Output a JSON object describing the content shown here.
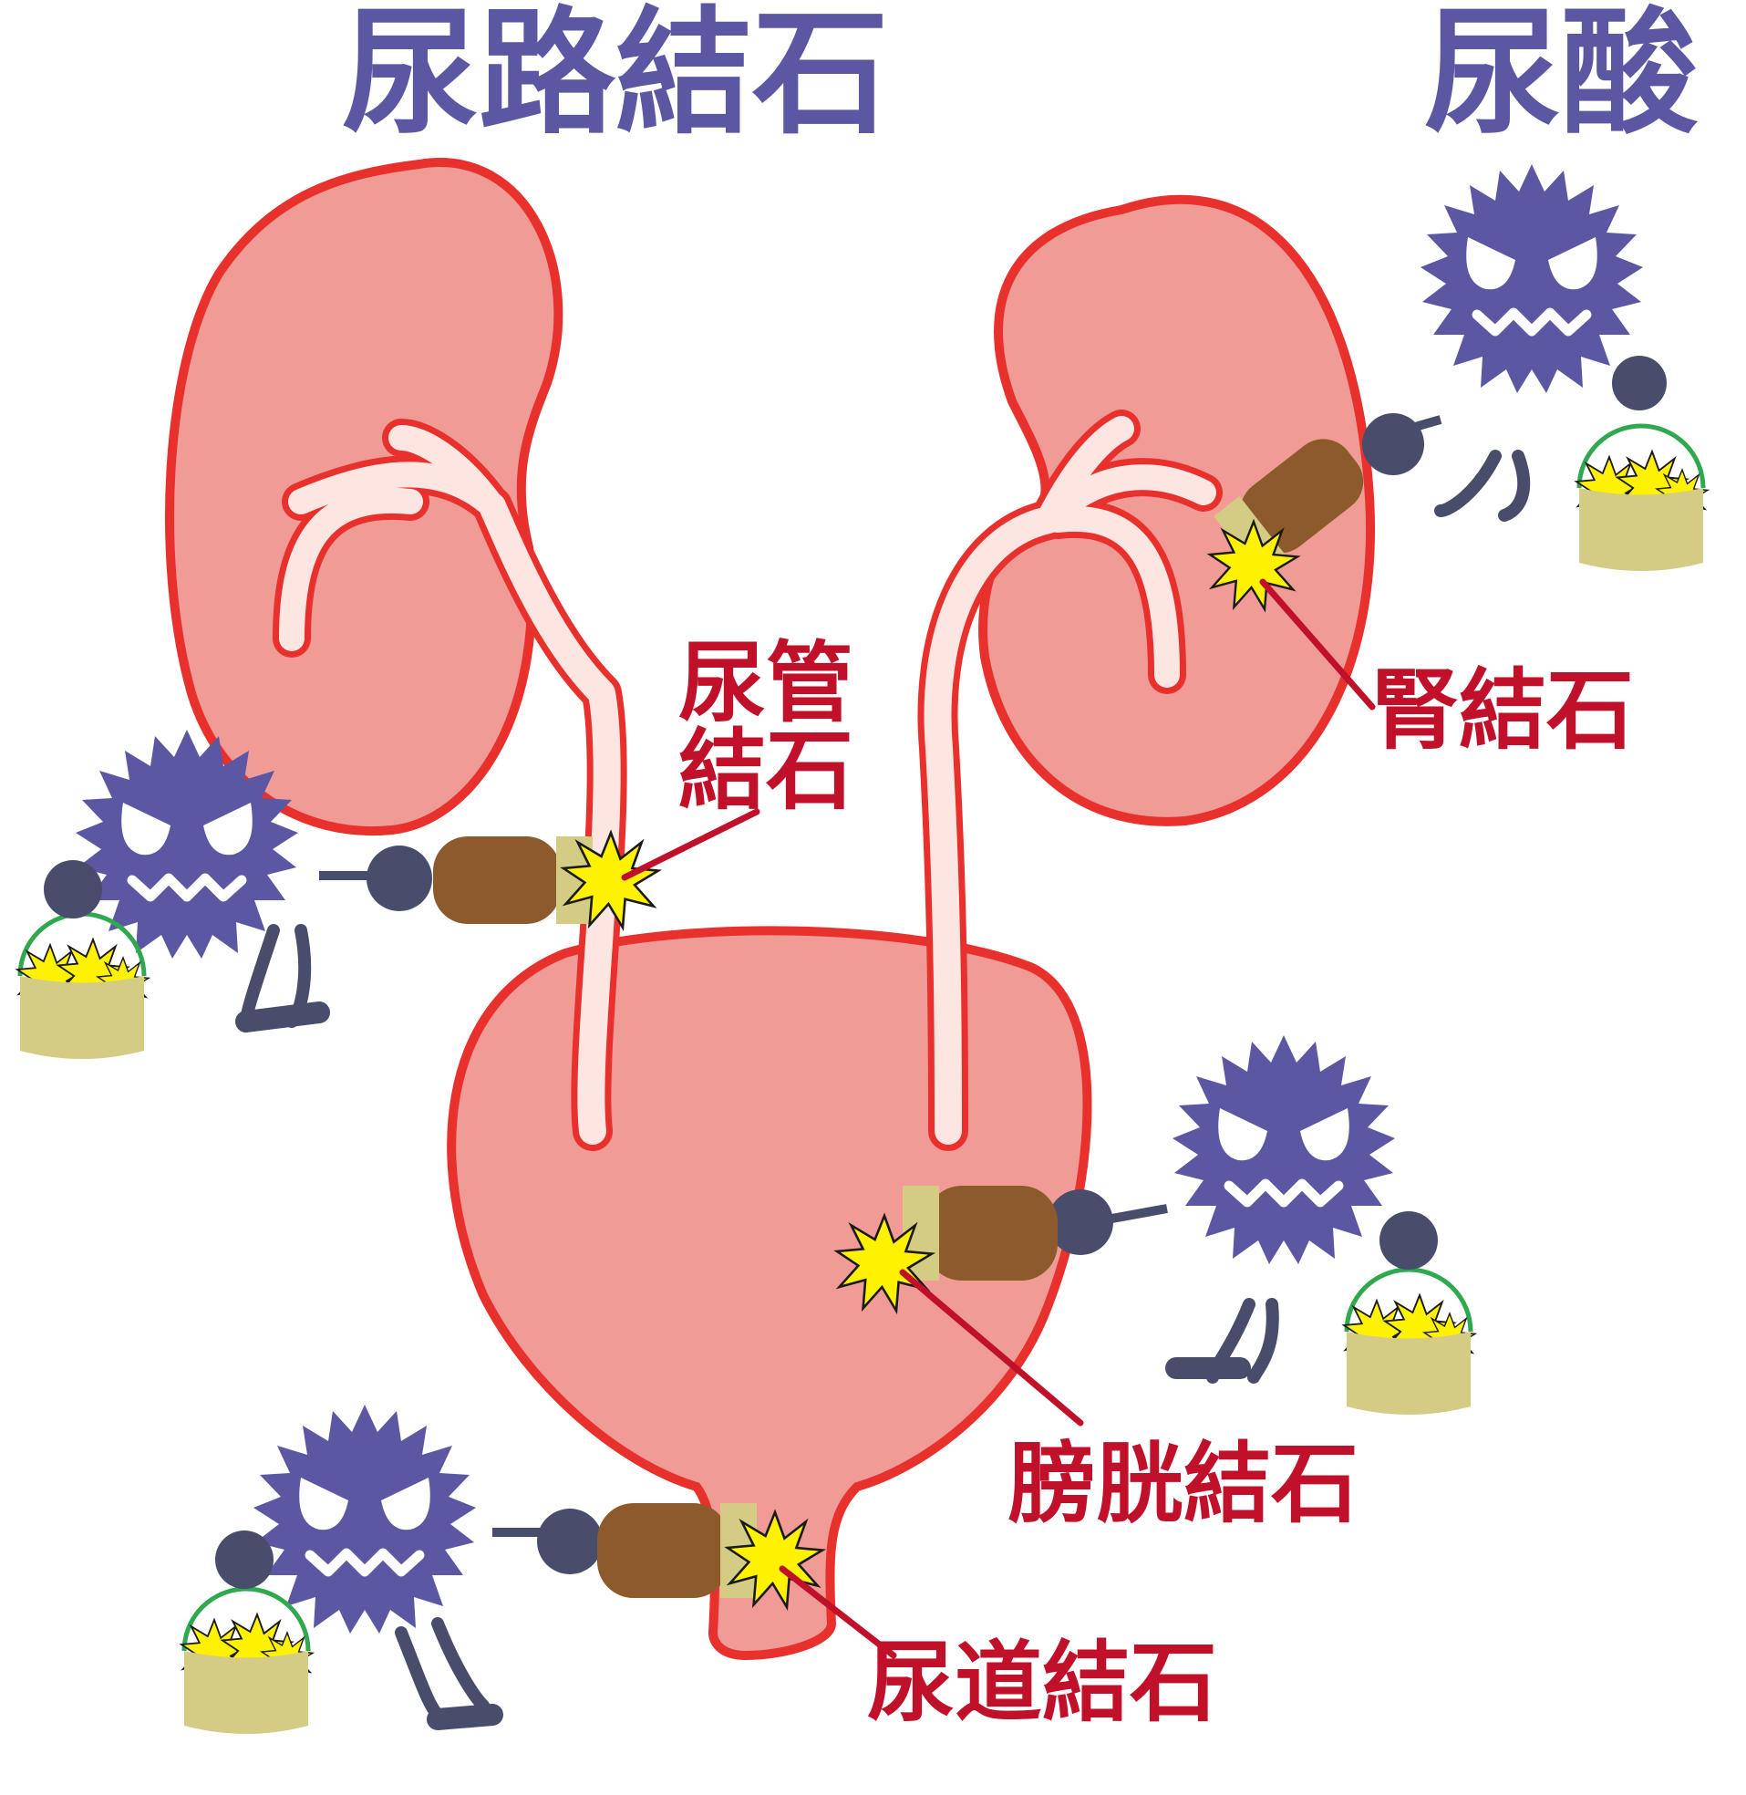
{
  "titles": {
    "main": "尿路結石",
    "corner": "尿酸"
  },
  "labels": {
    "ureter_line1": "尿管",
    "ureter_line2": "結石",
    "kidney": "腎結石",
    "bladder": "膀胱結石",
    "urethra": "尿道結石"
  },
  "colors": {
    "title": "#5b57a2",
    "label": "#c0102a",
    "organ_fill": "#f19b97",
    "organ_stroke": "#e8302c",
    "tube_fill": "#fde6e2",
    "germ": "#5b57a2",
    "germ_dark": "#484d6b",
    "hammer_head": "#8d5a2b",
    "hammer_band": "#d4cc84",
    "bucket": "#d4cc84",
    "spark": "#fff200"
  }
}
